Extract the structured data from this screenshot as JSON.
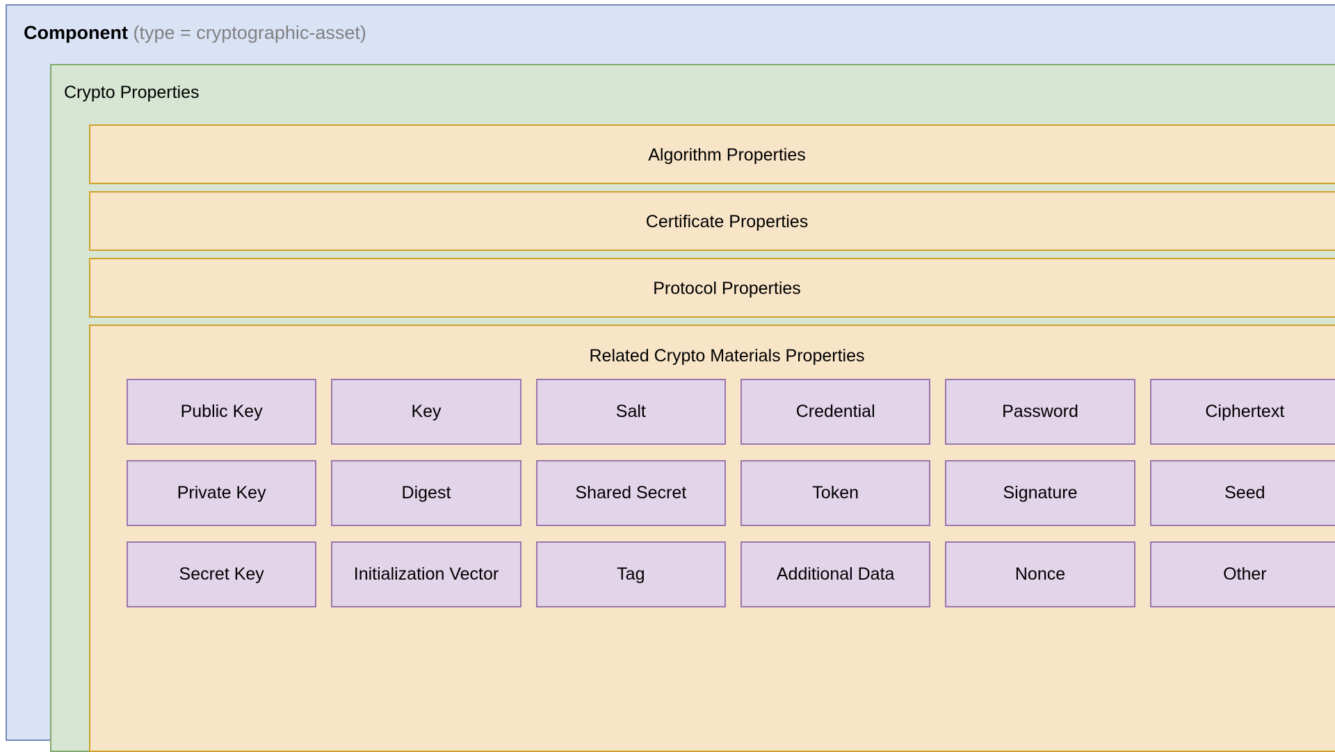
{
  "component": {
    "name": "Component",
    "type_label": "(type = cryptographic-asset)",
    "fill_color": "#dae3f6",
    "border_color": "#7389ba"
  },
  "crypto_properties": {
    "title": "Crypto Properties",
    "fill_color": "#d6e6d3",
    "border_color": "#7fa86b",
    "sections": [
      {
        "title": "Algorithm Properties"
      },
      {
        "title": "Certificate Properties"
      },
      {
        "title": "Protocol Properties"
      },
      {
        "title": "Related Crypto Materials Properties"
      }
    ]
  },
  "related_crypto_materials": {
    "title": "Related Crypto Materials Properties",
    "fill_color": "#f8e5c8",
    "border_color": "#d0a02a",
    "cell_fill_color": "#e2d4e9",
    "cell_border_color": "#9a76ab",
    "columns": 6,
    "rows": 3,
    "cells": [
      "Public Key",
      "Key",
      "Salt",
      "Credential",
      "Password",
      "Ciphertext",
      "Private Key",
      "Digest",
      "Shared Secret",
      "Token",
      "Signature",
      "Seed",
      "Secret Key",
      "Initialization Vector",
      "Tag",
      "Additional Data",
      "Nonce",
      "Other"
    ]
  }
}
